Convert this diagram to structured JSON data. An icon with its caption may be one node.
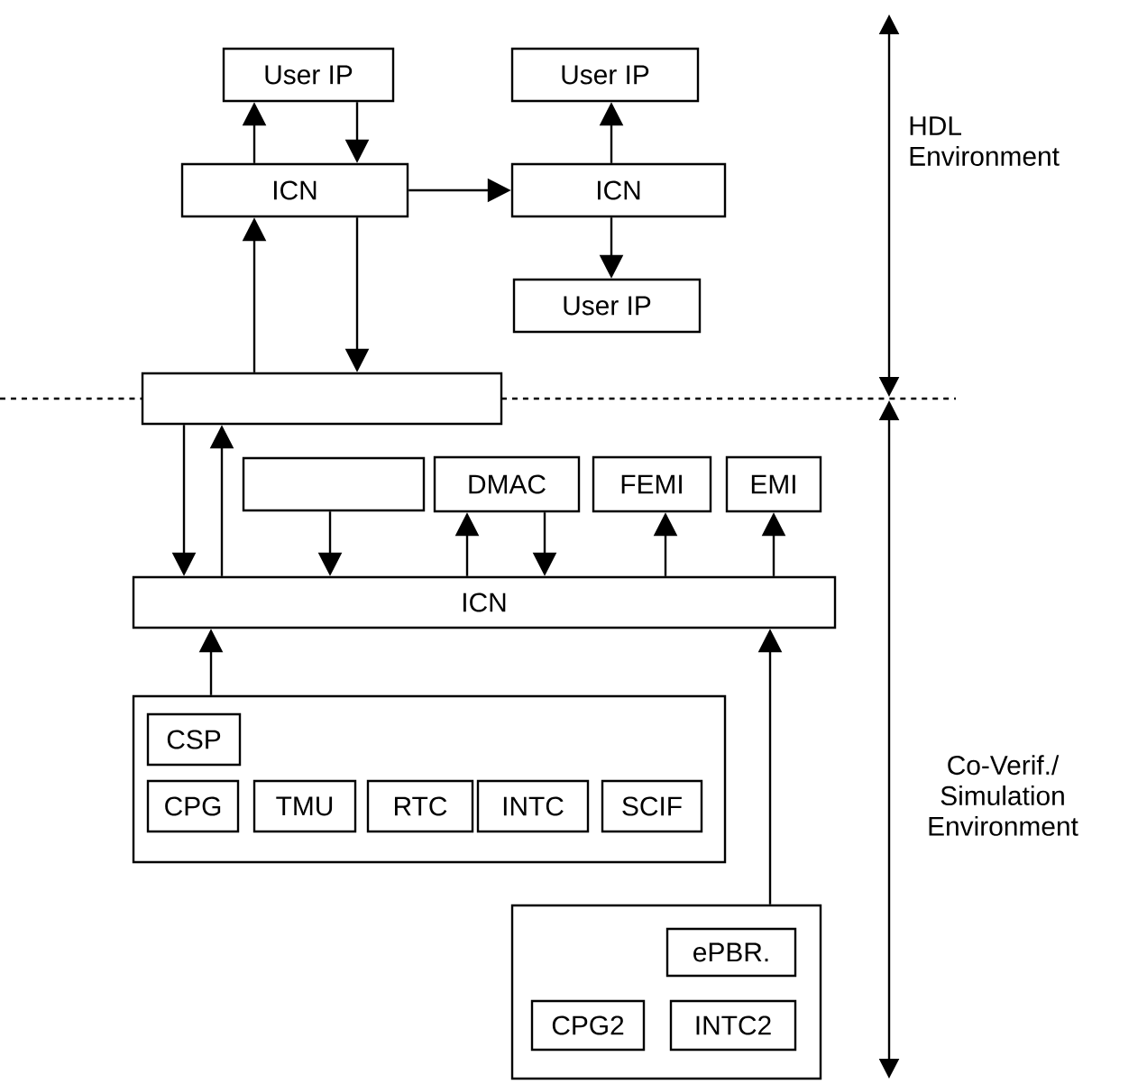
{
  "diagram": {
    "nodes": [
      {
        "text": [
          "User IP"
        ]
      },
      {
        "text": [
          "ICN"
        ]
      },
      {
        "text": [
          "User IP"
        ]
      },
      {
        "text": [
          "ICN"
        ]
      },
      {
        "text": [
          "User IP"
        ]
      },
      {
        "text": [],
        "shape": "box"
      },
      {
        "text": [],
        "shape": "box"
      },
      {
        "text": [
          "DMAC"
        ]
      },
      {
        "text": [
          "FEMI"
        ]
      },
      {
        "text": [
          "EMI"
        ]
      },
      {
        "text": [
          "ICN"
        ]
      },
      {
        "text": [],
        "shape": "box"
      },
      {
        "text": [
          "CSP"
        ],
        "in": 11
      },
      {
        "text": [
          "CPG"
        ],
        "in": 11
      },
      {
        "text": [
          "TMU"
        ],
        "in": 11
      },
      {
        "text": [
          "RTC"
        ],
        "in": 11
      },
      {
        "text": [
          "INTC"
        ],
        "in": 11
      },
      {
        "text": [
          "SCIF"
        ],
        "in": 11
      },
      {
        "text": [],
        "shape": "box"
      },
      {
        "text": [
          "ePBR."
        ],
        "in": 18
      },
      {
        "text": [
          "CPG2"
        ],
        "in": 18
      },
      {
        "text": [
          "INTC2"
        ],
        "in": 18
      }
    ],
    "edges": [
      {
        "from": 1,
        "to": 0,
        "arrow": "to"
      },
      {
        "from": 0,
        "to": 1,
        "arrow": "to"
      },
      {
        "from": 1,
        "to": 3,
        "arrow": "to"
      },
      {
        "from": 3,
        "to": 2,
        "arrow": "to"
      },
      {
        "from": 3,
        "to": 4,
        "arrow": "to"
      },
      {
        "from": 5,
        "to": 1,
        "arrow": "to"
      },
      {
        "from": 1,
        "to": 5,
        "arrow": "to"
      },
      {
        "from": 5,
        "to": 10,
        "arrow": "to"
      },
      {
        "from": 10,
        "to": 5,
        "arrow": "to"
      },
      {
        "from": 6,
        "to": 10,
        "arrow": "to"
      },
      {
        "from": 10,
        "to": 7,
        "arrow": "to"
      },
      {
        "from": 7,
        "to": 10,
        "arrow": "to"
      },
      {
        "from": 10,
        "to": 8,
        "arrow": "to"
      },
      {
        "from": 10,
        "to": 9,
        "arrow": "to"
      },
      {
        "from": 11,
        "to": 10,
        "arrow": "to"
      },
      {
        "from": 18,
        "to": 10,
        "arrow": "to"
      }
    ],
    "labels": [
      "HDL Environment",
      "Co-Verif./ Simulation Environment"
    ]
  }
}
